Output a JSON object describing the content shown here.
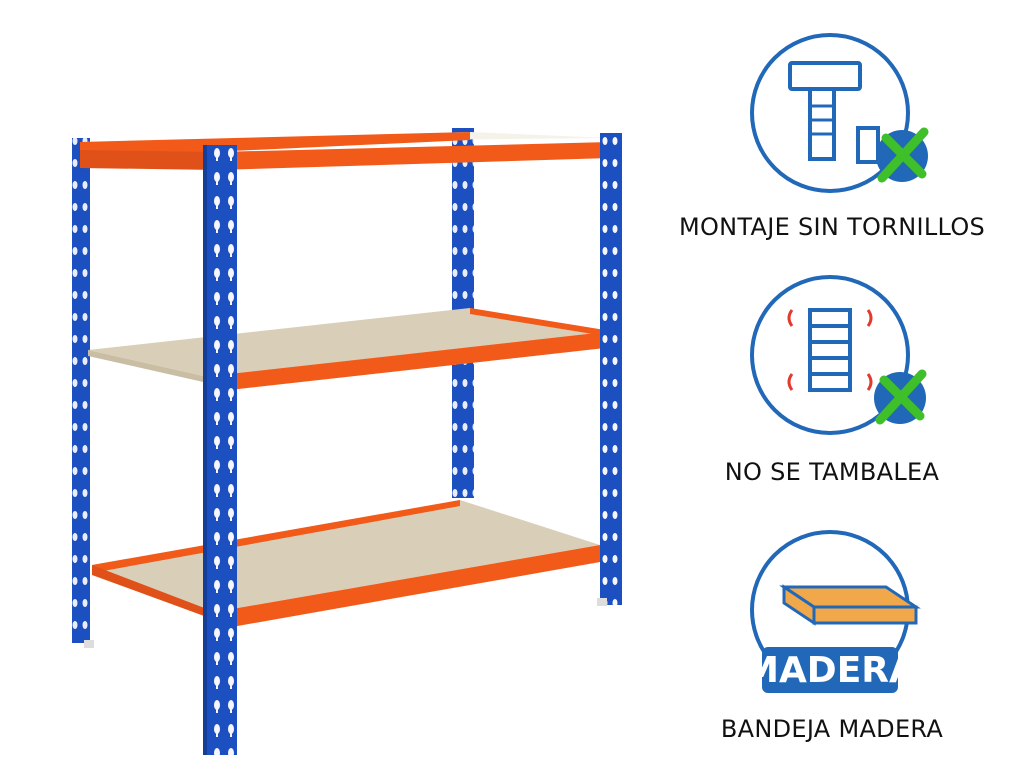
{
  "colors": {
    "frame_blue": "#1c4fbf",
    "beam_orange": "#f25a1a",
    "board_chipboard": "#d9cfb8",
    "icon_blue": "#2268b8",
    "accent_red": "#e23a2e",
    "check_green": "#3fbf2a",
    "wood_orange": "#f0a84b"
  },
  "product": {
    "name": "metal-shelving-unit",
    "shelves": 3
  },
  "features": [
    {
      "icon": "screw-bolt-icon",
      "label": "MONTAJE SIN TORNILLOS"
    },
    {
      "icon": "ladder-stability-icon",
      "label": "NO SE TAMBALEA"
    },
    {
      "icon": "wood-board-icon",
      "label": "BANDEJA MADERA",
      "badge_text": "MADERA"
    }
  ]
}
